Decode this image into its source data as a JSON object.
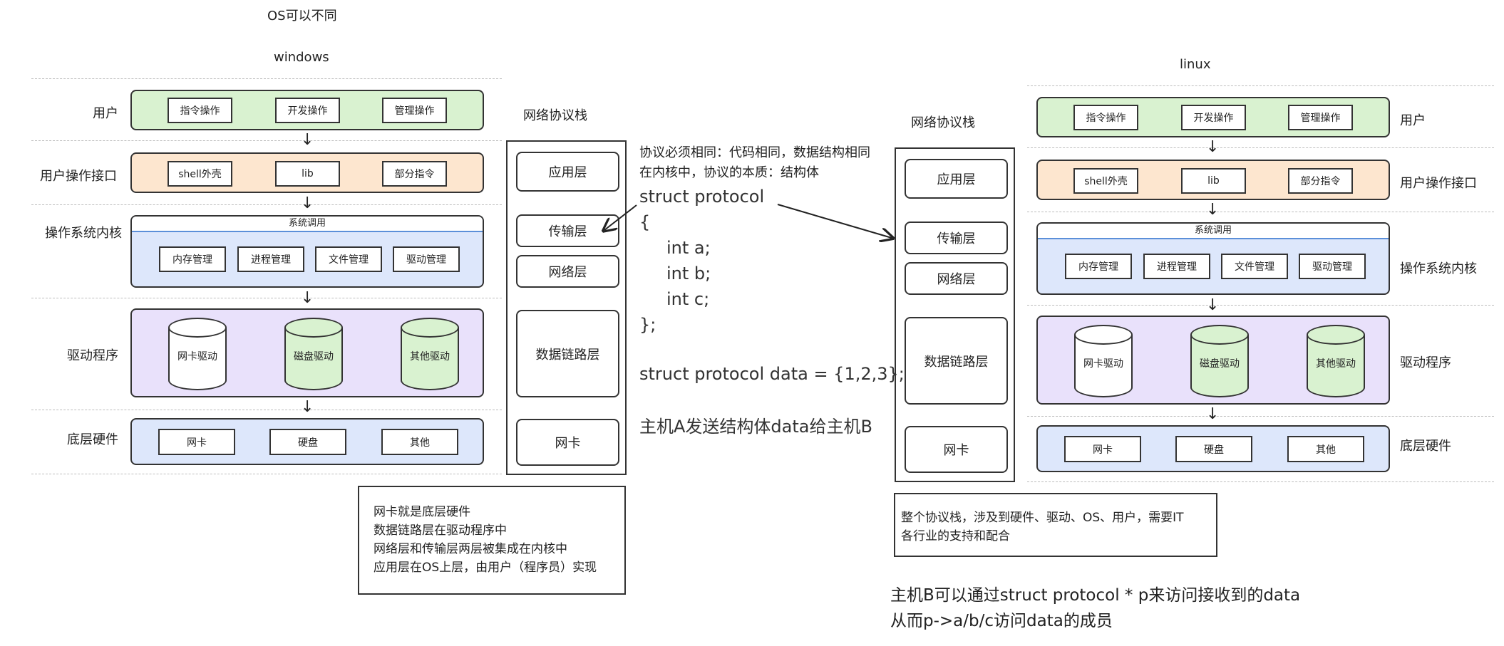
{
  "header": {
    "os_diff": "OS可以不同"
  },
  "left": {
    "title": "windows",
    "rows": {
      "user": "用户",
      "api": "用户操作接口",
      "kernel": "操作系统内核",
      "driver": "驱动程序",
      "hw": "底层硬件"
    },
    "user_ops": [
      "指令操作",
      "开发操作",
      "管理操作"
    ],
    "api_ops": [
      "shell外壳",
      "lib",
      "部分指令"
    ],
    "syscall": "系统调用",
    "kernel_ops": [
      "内存管理",
      "进程管理",
      "文件管理",
      "驱动管理"
    ],
    "drivers": [
      "网卡驱动",
      "磁盘驱动",
      "其他驱动"
    ],
    "hardware": [
      "网卡",
      "硬盘",
      "其他"
    ],
    "stack_title": "网络协议栈",
    "stack_layers": [
      "应用层",
      "传输层",
      "网络层",
      "数据链路层",
      "网卡"
    ]
  },
  "right": {
    "title": "linux",
    "rows": {
      "user": "用户",
      "api": "用户操作接口",
      "kernel": "操作系统内核",
      "driver": "驱动程序",
      "hw": "底层硬件"
    },
    "user_ops": [
      "指令操作",
      "开发操作",
      "管理操作"
    ],
    "api_ops": [
      "shell外壳",
      "lib",
      "部分指令"
    ],
    "syscall": "系统调用",
    "kernel_ops": [
      "内存管理",
      "进程管理",
      "文件管理",
      "驱动管理"
    ],
    "drivers": [
      "网卡驱动",
      "磁盘驱动",
      "其他驱动"
    ],
    "hardware": [
      "网卡",
      "硬盘",
      "其他"
    ],
    "stack_title": "网络协议栈",
    "stack_layers": [
      "应用层",
      "传输层",
      "网络层",
      "数据链路层",
      "网卡"
    ]
  },
  "middle": {
    "protocol_note_1": "协议必须相同：代码相同，数据结构相同",
    "protocol_note_2": "在内核中，协议的本质：结构体",
    "code_lines": [
      "struct protocol",
      "{",
      "int a;",
      "int b;",
      "int c;",
      "};"
    ],
    "data_decl": "struct protocol data = {1,2,3};",
    "send_text": "主机A发送结构体data给主机B"
  },
  "notes": {
    "left_box": [
      "网卡就是底层硬件",
      "数据链路层在驱动程序中",
      "网络层和传输层两层被集成在内核中",
      "应用层在OS上层，由用户（程序员）实现"
    ],
    "right_box": [
      "整个协议栈，涉及到硬件、驱动、OS、用户，需要IT",
      "各行业的支持和配合"
    ],
    "bottom_1": "主机B可以通过struct protocol * p来访问接收到的data",
    "bottom_2": "从而p->a/b/c访问data的成员"
  }
}
